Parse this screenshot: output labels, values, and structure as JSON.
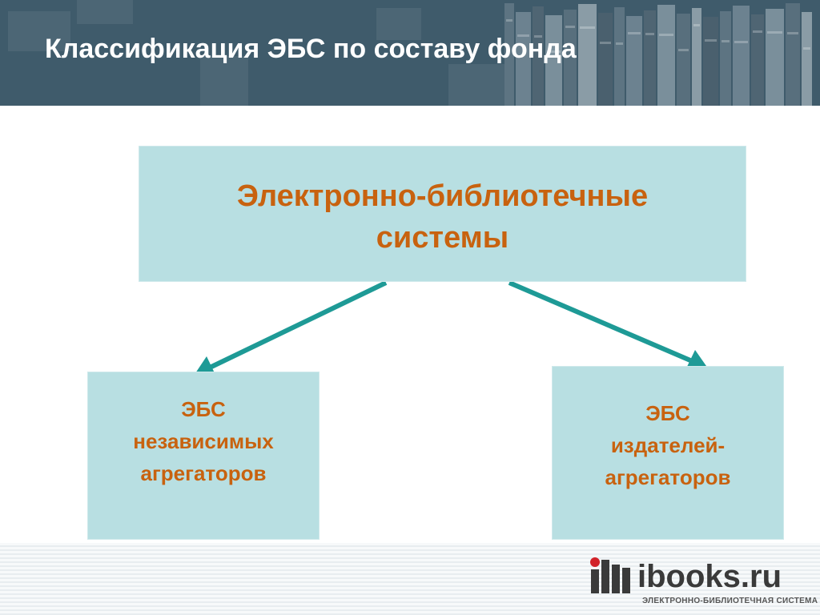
{
  "header": {
    "title": "Классификация ЭБС по составу фонда"
  },
  "diagram": {
    "root": {
      "lines": [
        "Электронно-библиотечные",
        "системы"
      ]
    },
    "children": [
      {
        "lines": [
          "ЭБС",
          "независимых",
          "агрегаторов"
        ]
      },
      {
        "lines": [
          "ЭБС",
          "издателей-",
          "агрегаторов"
        ]
      }
    ]
  },
  "logo": {
    "name": "ibooks.ru",
    "tagline": "ЭЛЕКТРОННО-БИБЛИОТЕЧНАЯ СИСТЕМА"
  },
  "colors": {
    "header_bg": "#3f5b6b",
    "box_fill": "#b8dfe2",
    "box_text": "#c8620f",
    "arrow": "#1e9a96",
    "logo_red": "#d2232a"
  },
  "icons": [
    "bookshelf-decoration",
    "ibooks-logo-mark"
  ]
}
